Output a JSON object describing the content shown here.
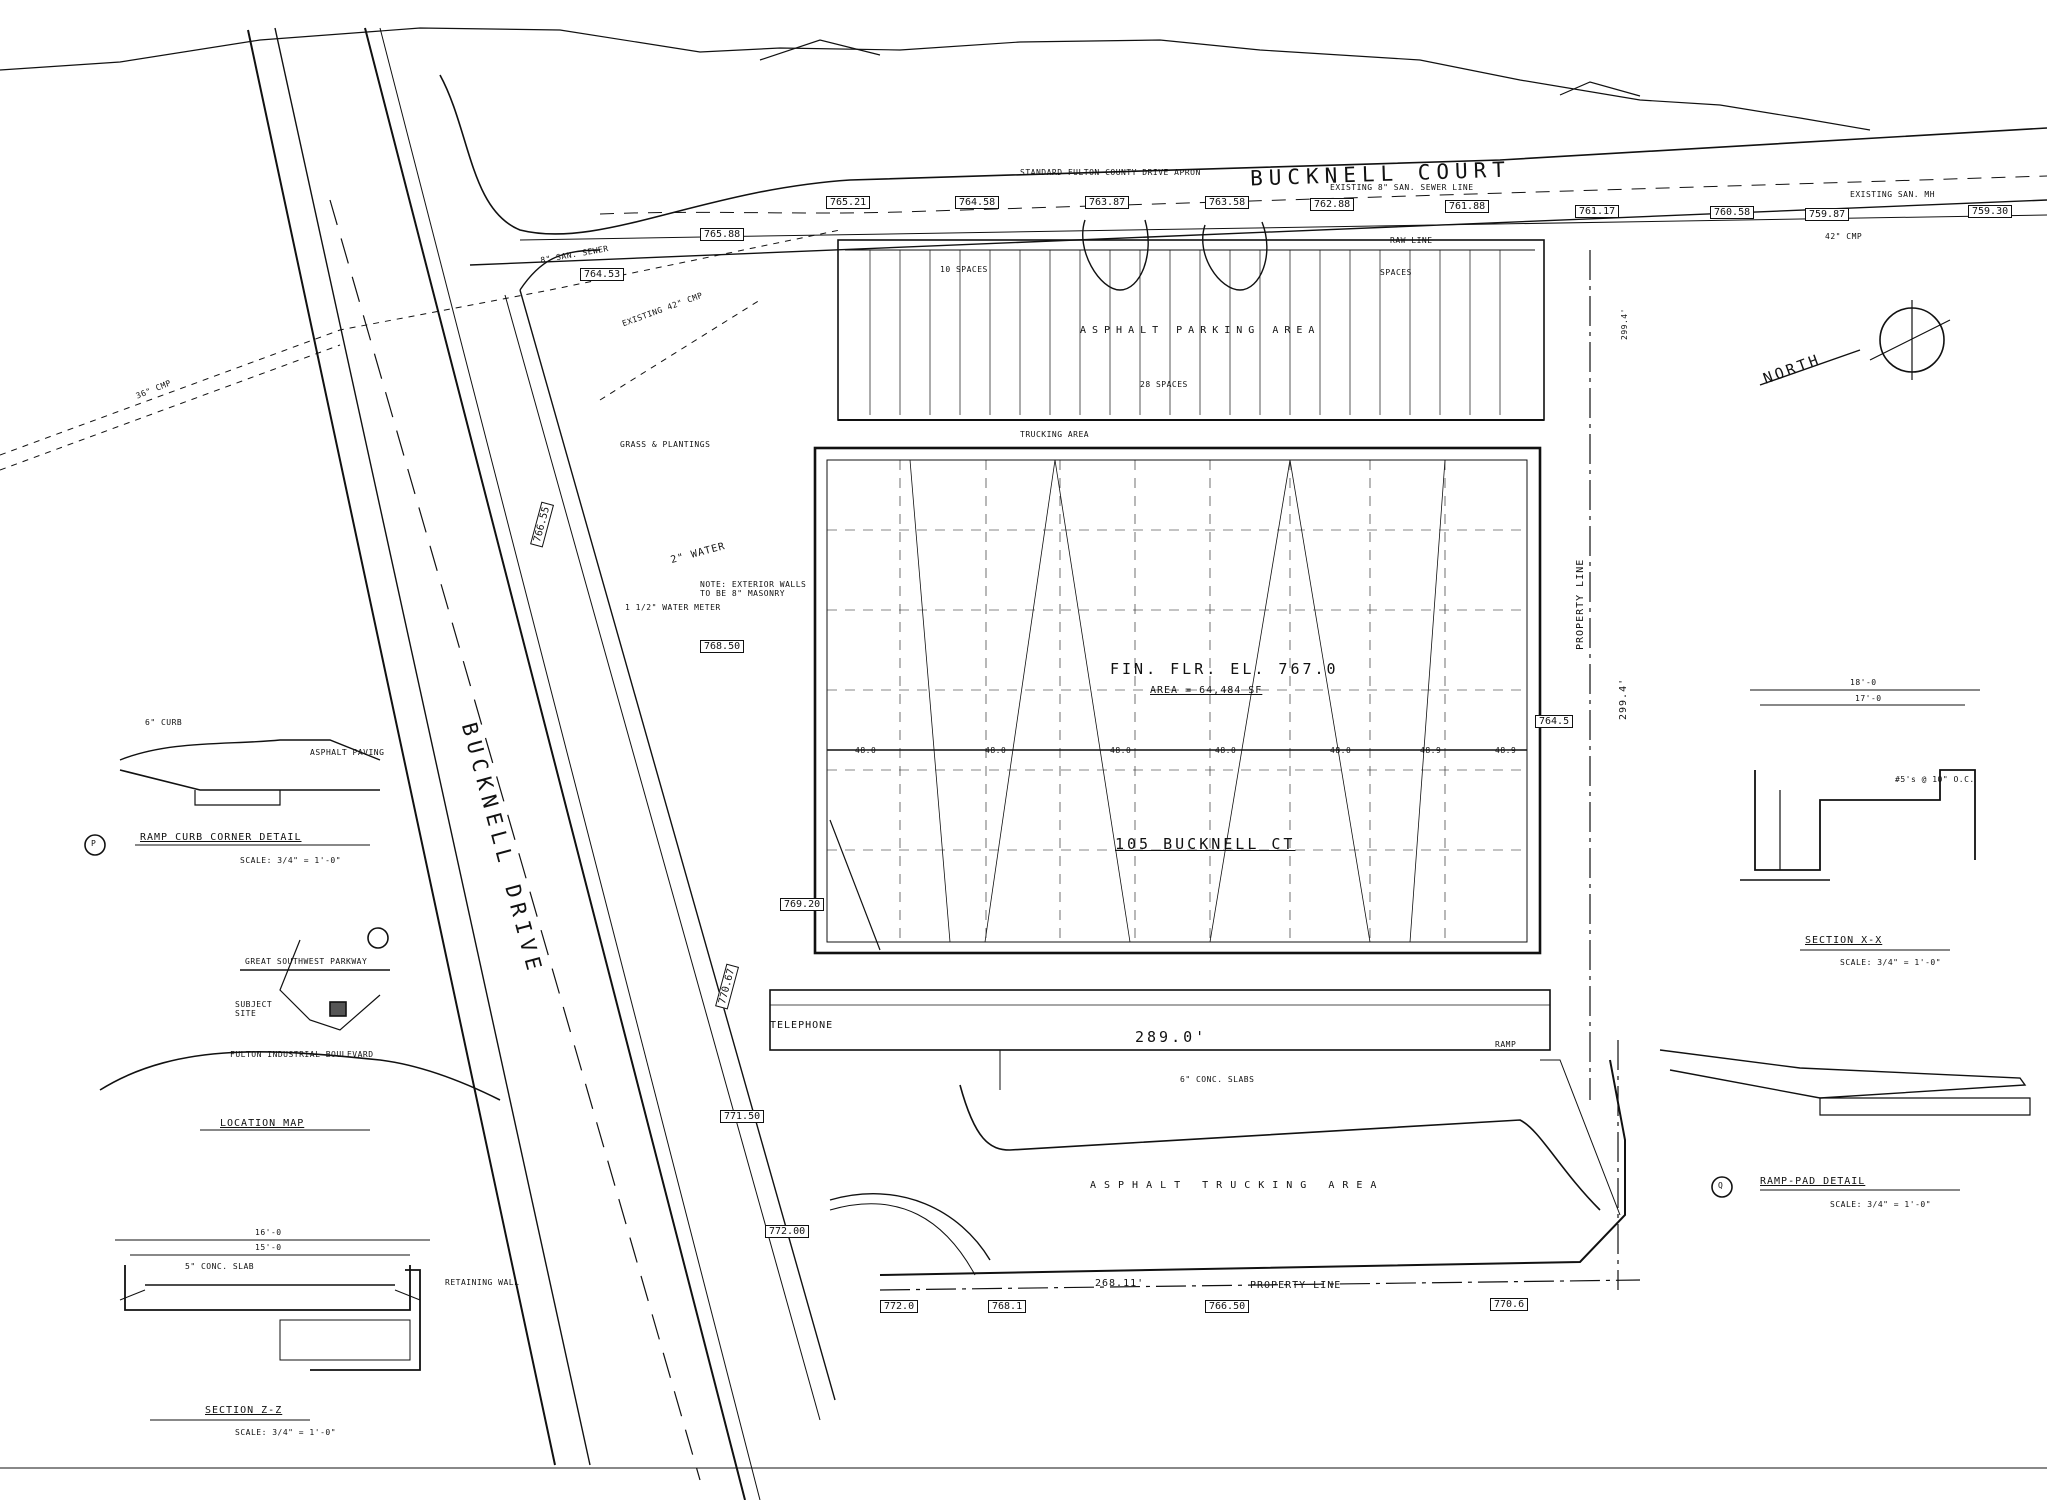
{
  "streets": {
    "bucknell_court": "BUCKNELL COURT",
    "bucknell_drive": "BUCKNELL DRIVE"
  },
  "building": {
    "fin_flr": "FIN. FLR. EL. 767.0",
    "area": "AREA = 64,484 SF",
    "address": "105 BUCKNELL CT"
  },
  "site": {
    "asphalt_parking": "ASPHALT PARKING AREA",
    "asphalt_trucking": "ASPHALT TRUCKING AREA",
    "spaces_10": "10 SPACES",
    "spaces_28": "28 SPACES",
    "spaces_right": "SPACES",
    "property_line": "PROPERTY LINE",
    "north": "NORTH",
    "telephone": "TELEPHONE",
    "water": "2\" WATER",
    "water_meter": "1 1/2\" WATER METER",
    "grass": "GRASS & PLANTINGS",
    "raw_line": "RAW LINE",
    "san_sewer": "8\" SAN. SEWER",
    "existing_sewer": "EXISTING 8\" SAN. SEWER LINE",
    "existing_cmp": "EXISTING 42\" CMP",
    "cmp_42": "42\" CMP",
    "cmp_36": "36\" CMP",
    "note_walls": "NOTE: EXTERIOR WALLS TO BE 8\" MASONRY",
    "ramp": "RAMP",
    "conc_slabs": "6\" CONC. SLABS",
    "existing_san_mh": "EXISTING SAN. MH",
    "standard_fulton": "STANDARD FULTON COUNTY DRIVE APRON",
    "trucking_area_label": "TRUCKING AREA"
  },
  "dimensions": {
    "width_top": "289.0'",
    "width_bottom": "268.11'",
    "depth_right": "299.4'",
    "depth_right2": "299.4'",
    "bay_a": "48.0",
    "bay_b": "48.0",
    "bay_c": "48.0",
    "bay_d": "48.0",
    "bay_e": "48.0",
    "bay_f": "48.9",
    "bay_g": "48.9"
  },
  "elevations": [
    "765.21",
    "764.58",
    "763.87",
    "763.58",
    "762.88",
    "761.88",
    "761.17",
    "760.58",
    "759.87",
    "759.30",
    "765.88",
    "766.55",
    "764.53",
    "768.50",
    "769.20",
    "770.67",
    "771.50",
    "772.00",
    "772.0",
    "768.1",
    "766.50",
    "770.6",
    "764.5"
  ],
  "details": {
    "ramp_curb": "RAMP CURB CORNER DETAIL",
    "ramp_curb_scale": "SCALE: 3/4\" = 1'-0\"",
    "ramp_curb_marker": "P",
    "location_map": "LOCATION MAP",
    "great_sw": "GREAT SOUTHWEST PARKWAY",
    "subject_site": "SUBJECT SITE",
    "fulton_ind": "FULTON INDUSTRIAL BOULEVARD",
    "section_zz": "SECTION Z-Z",
    "section_zz_scale": "SCALE: 3/4\" = 1'-0\"",
    "section_zz_dim": "16'-0",
    "section_zz_dim2": "15'-0",
    "retaining": "RETAINING WALL",
    "section_xx": "SECTION X-X",
    "section_xx_scale": "SCALE: 3/4\" = 1'-0\"",
    "section_xx_dim": "18'-0",
    "section_xx_dim2": "17'-0",
    "ramp_pad": "RAMP-PAD DETAIL",
    "ramp_pad_scale": "SCALE: 3/4\" = 1'-0\"",
    "ramp_pad_marker": "Q",
    "slab_note": "5\" CONC. SLAB",
    "rebar_note": "#5's @ 10\" O.C.",
    "curb": "6\" CURB",
    "asphalt_paving": "ASPHALT PAVING"
  }
}
